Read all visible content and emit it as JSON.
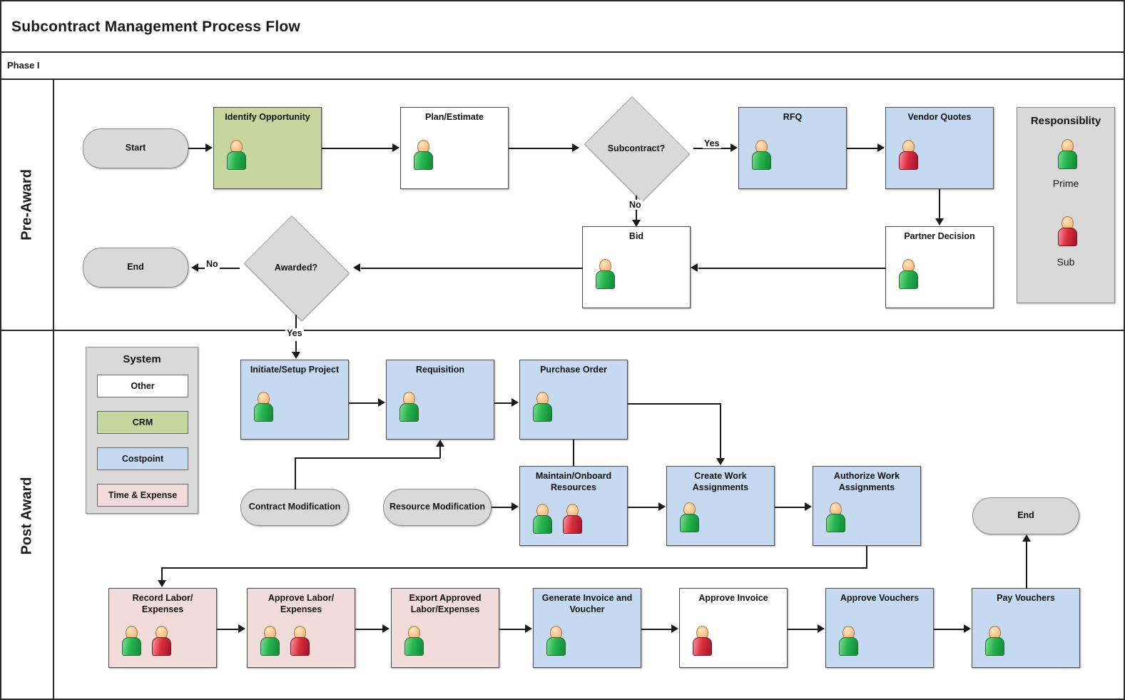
{
  "header": {
    "title": "Subcontract Management Process Flow",
    "phase": "Phase I"
  },
  "lanes": [
    {
      "id": "pre",
      "label": "Pre-Award"
    },
    {
      "id": "post",
      "label": "Post Award"
    }
  ],
  "legends": {
    "responsibility": {
      "title": "Responsiblity",
      "items": [
        {
          "label": "Prime",
          "color": "#27b44f"
        },
        {
          "label": "Sub",
          "color": "#de2f3f"
        }
      ]
    },
    "system": {
      "title": "System",
      "items": [
        {
          "label": "Other",
          "color": "#ffffff"
        },
        {
          "label": "CRM",
          "color": "#c6d69e"
        },
        {
          "label": "Costpoint",
          "color": "#c5d9f1"
        },
        {
          "label": "Time & Expense",
          "color": "#f2dcdb"
        }
      ]
    }
  },
  "palette": {
    "other": "#ffffff",
    "crm": "#c6d69e",
    "costpoint": "#c5d9f1",
    "time_expense": "#f2dcdb",
    "terminator": "#d9d9d9",
    "decision": "#d9d9d9",
    "prime": "#27b44f",
    "sub": "#de2f3f"
  },
  "nodes": {
    "start": {
      "label": "Start"
    },
    "identify": {
      "label": "Identify Opportunity"
    },
    "plan": {
      "label": "Plan/Estimate"
    },
    "subcontract": {
      "label": "Subcontract?"
    },
    "rfq": {
      "label": "RFQ"
    },
    "vendor": {
      "label": "Vendor Quotes"
    },
    "partner": {
      "label": "Partner Decision"
    },
    "bid": {
      "label": "Bid"
    },
    "awarded": {
      "label": "Awarded?"
    },
    "end_pre": {
      "label": "End"
    },
    "initiate": {
      "label": "Initiate/Setup Project"
    },
    "requisition": {
      "label": "Requisition"
    },
    "po": {
      "label": "Purchase Order"
    },
    "contractmod": {
      "label": "Contract Modification"
    },
    "resourcemod": {
      "label": "Resource Modification"
    },
    "maintain": {
      "label": "Maintain/Onboard Resources"
    },
    "createwa": {
      "label": "Create Work Assignments"
    },
    "authorizewa": {
      "label": "Authorize Work Assignments"
    },
    "recordlabor": {
      "label": "Record Labor/ Expenses"
    },
    "approvelabor": {
      "label": "Approve Labor/ Expenses"
    },
    "exportlabor": {
      "label": "Export Approved Labor/Expenses"
    },
    "geninvoice": {
      "label": "Generate Invoice and Voucher"
    },
    "approveinv": {
      "label": "Approve Invoice"
    },
    "approvevou": {
      "label": "Approve Vouchers"
    },
    "payvou": {
      "label": "Pay Vouchers"
    },
    "end_post": {
      "label": "End"
    }
  },
  "edge_labels": {
    "sub_yes": "Yes",
    "sub_no": "No",
    "awarded_no": "No",
    "awarded_yes": "Yes"
  }
}
